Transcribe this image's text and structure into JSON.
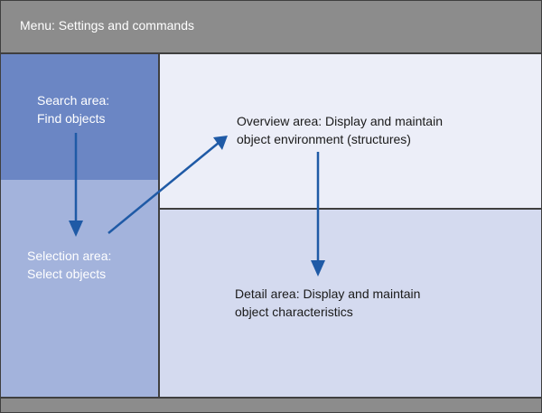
{
  "menu": {
    "label": "Menu: Settings and commands"
  },
  "search_area": {
    "line1": "Search area:",
    "line2": "Find objects"
  },
  "selection_area": {
    "line1": "Selection area:",
    "line2": "Select objects"
  },
  "overview_area": {
    "line1": "Overview area: Display and maintain",
    "line2": "object environment (structures)"
  },
  "detail_area": {
    "line1": "Detail area: Display and maintain",
    "line2": "object characteristics"
  },
  "colors": {
    "menu_bar": "#8c8c8c",
    "search_area": "#6b86c4",
    "selection_area": "#a3b3dc",
    "overview_area": "#eceef8",
    "detail_area": "#d4daef",
    "arrow": "#1f5aa6",
    "frame": "#3f3f3f"
  }
}
